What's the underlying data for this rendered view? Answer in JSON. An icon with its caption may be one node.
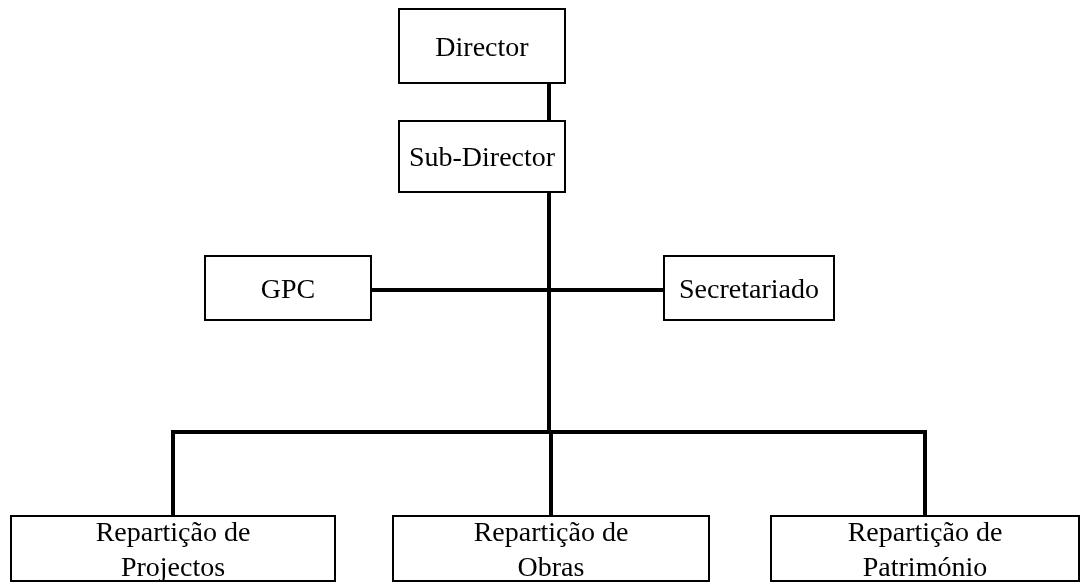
{
  "diagram": {
    "nodes": [
      {
        "text": [
          "Director"
        ]
      },
      {
        "text": [
          "Sub-Director"
        ]
      },
      {
        "text": [
          "GPC"
        ]
      },
      {
        "text": [
          "Secretariado"
        ]
      },
      {
        "text": [
          "Repartição de Projectos"
        ]
      },
      {
        "text": [
          "Repartição de Obras"
        ]
      },
      {
        "text": [
          "Repartição de Património"
        ]
      }
    ],
    "edges": [
      {
        "from": 0,
        "to": 1,
        "arrow": "none"
      },
      {
        "from": 1,
        "to": 2,
        "arrow": "none"
      },
      {
        "from": 1,
        "to": 3,
        "arrow": "none"
      },
      {
        "from": 1,
        "to": 4,
        "arrow": "none"
      },
      {
        "from": 1,
        "to": 5,
        "arrow": "none"
      },
      {
        "from": 1,
        "to": 6,
        "arrow": "none"
      }
    ]
  }
}
